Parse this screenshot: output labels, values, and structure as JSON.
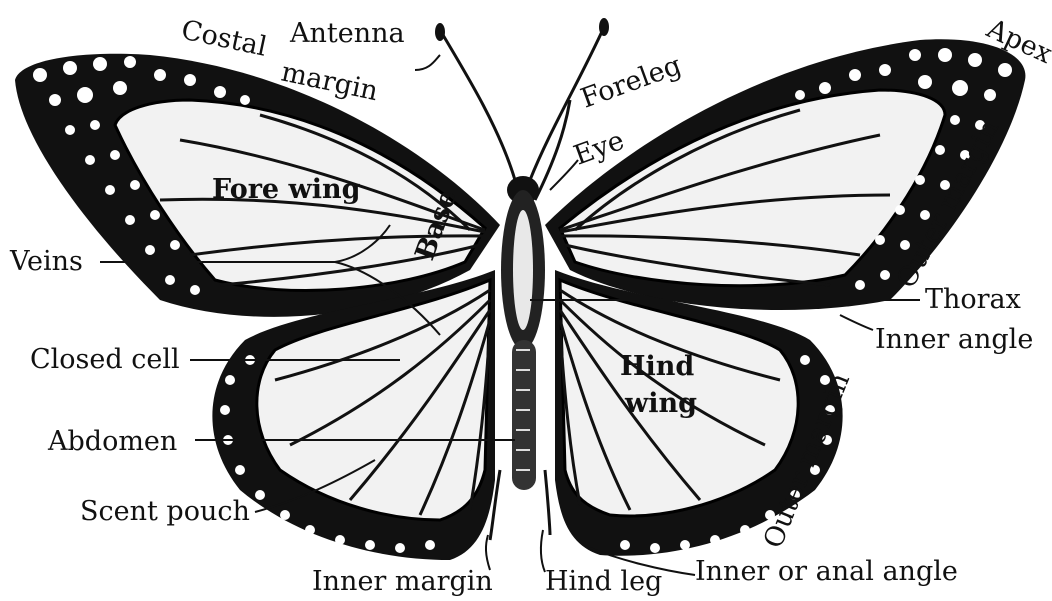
{
  "labels": {
    "antenna": "Antenna",
    "costal_margin_1": "Costal",
    "costal_margin_2": "margin",
    "foreleg": "Foreleg",
    "eye": "Eye",
    "apex": "Apex",
    "outer_margin_upper": "Outer margin",
    "fore_wing": "Fore wing",
    "base": "Base",
    "veins": "Veins",
    "thorax": "Thorax",
    "inner_angle": "Inner angle",
    "closed_cell": "Closed cell",
    "hind_wing_1": "Hind",
    "hind_wing_2": "wing",
    "outer_margin_lower": "Outer margin",
    "abdomen": "Abdomen",
    "scent_pouch": "Scent pouch",
    "inner_margin": "Inner margin",
    "hind_leg": "Hind leg",
    "inner_or_anal_angle": "Inner or anal angle"
  },
  "colors": {
    "ink": "#111111",
    "wing_fill": "#f2f2f2",
    "background": "#ffffff"
  }
}
